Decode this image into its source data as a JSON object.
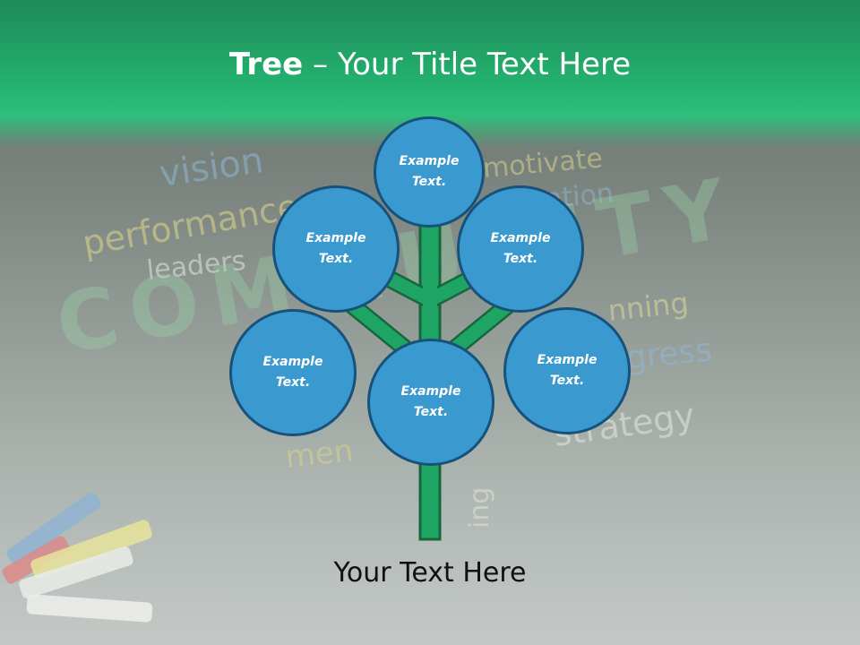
{
  "slide": {
    "title_bold": "Tree",
    "title_rest": " – Your Title Text Here",
    "footer": "Your Text Here",
    "accent_color": "#23b06e",
    "node_color": "#3a9ad0",
    "trunk_color": "#1fa563"
  },
  "nodes": [
    {
      "line1": "Example",
      "line2": "Text."
    },
    {
      "line1": "Example",
      "line2": "Text."
    },
    {
      "line1": "Example",
      "line2": "Text."
    },
    {
      "line1": "Example",
      "line2": "Text."
    },
    {
      "line1": "Example",
      "line2": "Text."
    },
    {
      "line1": "Example",
      "line2": "Text."
    }
  ],
  "background_words": {
    "vision": "vision",
    "performance": "performance",
    "leaders": "leaders",
    "motivate": "motivate",
    "ation": "ation",
    "community": "COMMUNITY",
    "planning": "nning",
    "progress": "gress",
    "strategy": "strategy",
    "men": "men",
    "ing": "ing"
  }
}
